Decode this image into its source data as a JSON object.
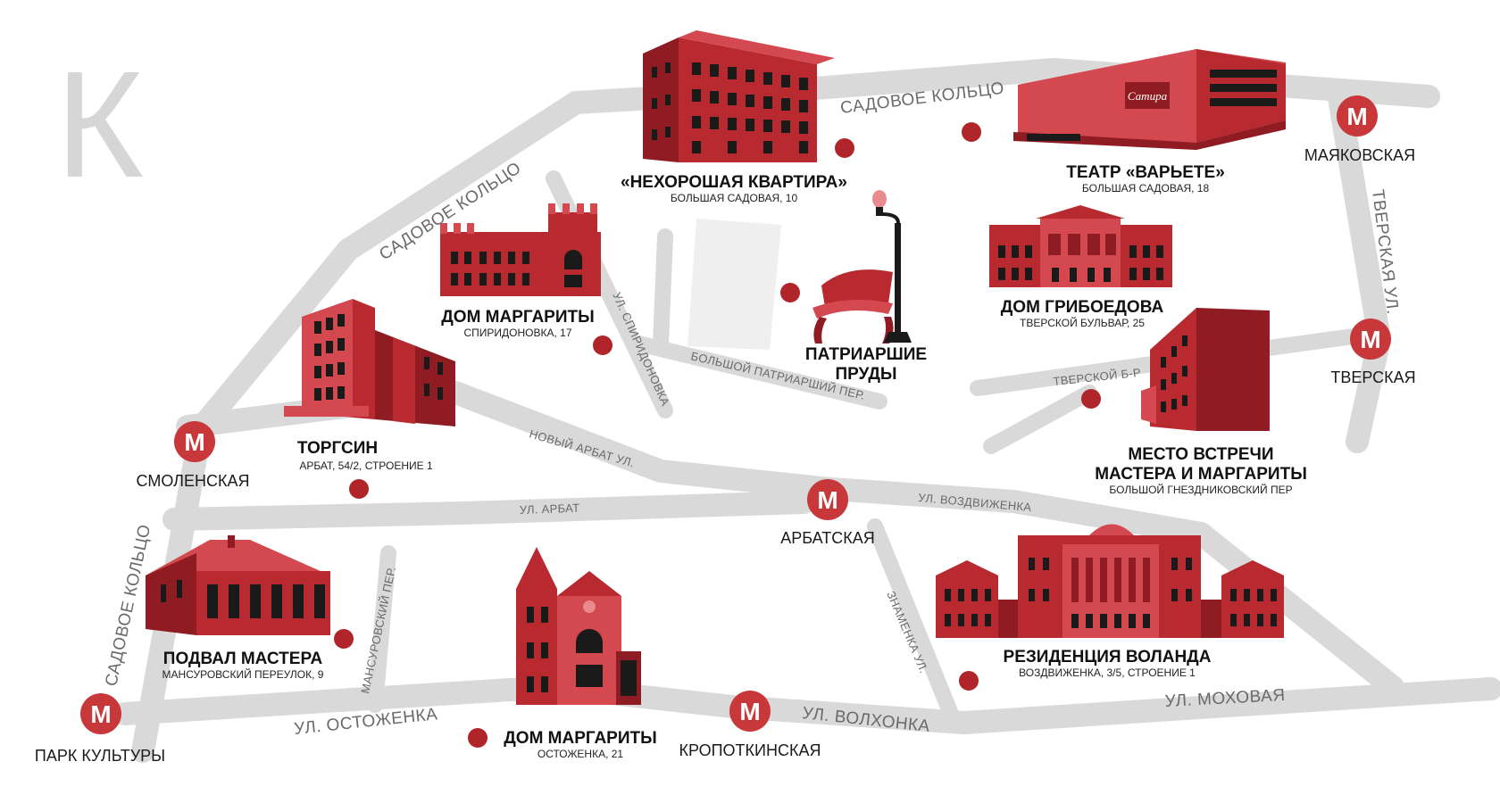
{
  "corner_letter": "К",
  "streets": {
    "sadovoe_top": "САДОВОЕ КОЛЬЦО",
    "sadovoe_nw": "САДОВОЕ КОЛЬЦО",
    "sadovoe_w": "САДОВОЕ КОЛЬЦО",
    "tverskaya": "ТВЕРСКАЯ УЛ.",
    "spiridonovka": "УЛ. СПИРИДОНОВКА",
    "bolshoy_patriarshiy": "БОЛЬШОЙ ПАТРИАРШИЙ ПЕР.",
    "tverskoy_b": "ТВЕРСКОЙ Б-Р",
    "noviy_arbat": "НОВЫЙ АРБАТ УЛ.",
    "arbat": "УЛ. АРБАТ",
    "vozdvizhenka": "УЛ. ВОЗДВИЖЕНКА",
    "mansurovskiy": "МАНСУРОВСКИЙ ПЕР.",
    "znamenka": "ЗНАМЕНКА УЛ.",
    "ostozhenka": "УЛ. ОСТОЖЕНКА",
    "volkhonka": "УЛ. ВОЛХОНКА",
    "mokhovaya": "УЛ. МОХОВАЯ"
  },
  "metro_symbol": "М",
  "metro": {
    "mayakovskaya": "МАЯКОВСКАЯ",
    "tverskaya": "ТВЕРСКАЯ",
    "smolenskaya": "СМОЛЕНСКАЯ",
    "arbatskaya": "АРБАТСКАЯ",
    "park_kultury": "ПАРК КУЛЬТУРЫ",
    "kropotkinskaya": "КРОПОТКИНСКАЯ"
  },
  "places": {
    "kvartira": {
      "title": "«НЕХОРОШАЯ КВАРТИРА»",
      "address": "БОЛЬШАЯ САДОВАЯ, 10"
    },
    "variete": {
      "title": "ТЕАТР «ВАРЬЕТЕ»",
      "address": "БОЛЬШАЯ САДОВАЯ, 18",
      "sign": "Сатира"
    },
    "margarita1": {
      "title": "ДОМ МАРГАРИТЫ",
      "address": "СПИРИДОНОВКА, 17"
    },
    "patriarshie_line1": "ПАТРИАРШИЕ",
    "patriarshie_line2": "ПРУДЫ",
    "griboedov": {
      "title": "ДОМ ГРИБОЕДОВА",
      "address": "ТВЕРСКОЙ БУЛЬВАР, 25"
    },
    "torgsin": {
      "title": "ТОРГСИН",
      "address": "АРБАТ, 54/2, СТРОЕНИЕ 1"
    },
    "meeting_line1": "МЕСТО ВСТРЕЧИ",
    "meeting_line2": "МАСТЕРА И МАРГАРИТЫ",
    "meeting_address": "БОЛЬШОЙ ГНЕЗДНИКОВСКИЙ ПЕР",
    "podval": {
      "title": "ПОДВАЛ МАСТЕРА",
      "address": "МАНСУРОВСКИЙ ПЕРЕУЛОК, 9"
    },
    "margarita2": {
      "title": "ДОМ МАРГАРИТЫ",
      "address": "ОСТОЖЕНКА, 21"
    },
    "voland": {
      "title": "РЕЗИДЕНЦИЯ ВОЛАНДА",
      "address": "ВОЗДВИЖЕНКА, 3/5, СТРОЕНИЕ 1"
    }
  },
  "colors": {
    "accent": "#c8383a",
    "road": "#d9d9d9",
    "building": "#b82a30"
  }
}
